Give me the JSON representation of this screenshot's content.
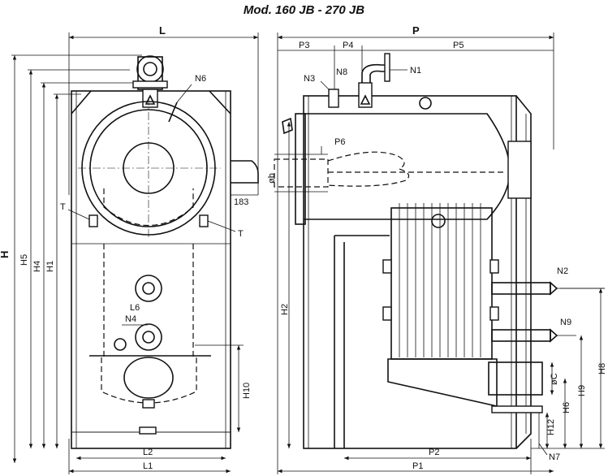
{
  "title": "Mod. 160 JB - 270 JB",
  "front": {
    "width_label": "L",
    "height_label": "H",
    "labels": {
      "H5": "H5",
      "H4": "H4",
      "H1": "H1",
      "H10": "H10",
      "L1": "L1",
      "L2": "L2",
      "T_left": "T",
      "T_right": "T",
      "N6": "N6",
      "N4": "N4",
      "L6": "L6",
      "dim_183": "183"
    }
  },
  "side": {
    "depth_label": "P",
    "labels": {
      "P3": "P3",
      "P4": "P4",
      "P5": "P5",
      "P6": "P6",
      "P1": "P1",
      "P2": "P2",
      "N1": "N1",
      "N2": "N2",
      "N3": "N3",
      "N7": "N7",
      "N8": "N8",
      "N9": "N9",
      "H2": "H2",
      "H6": "H6",
      "H8": "H8",
      "H9": "H9",
      "H12": "H12",
      "phi_b": "øb",
      "phi_C": "øC"
    }
  }
}
